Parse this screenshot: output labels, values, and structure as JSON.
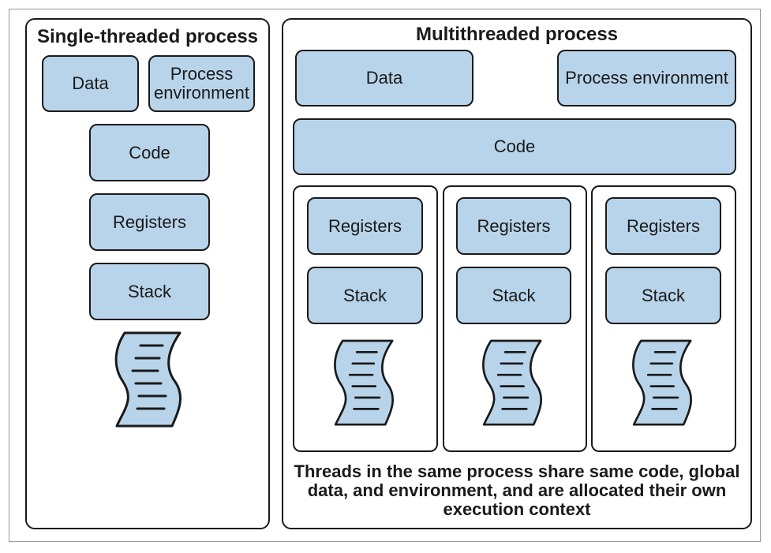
{
  "single": {
    "title": "Single-threaded process",
    "data_label": "Data",
    "env_label": "Process environment",
    "code_label": "Code",
    "registers_label": "Registers",
    "stack_label": "Stack"
  },
  "multi": {
    "title": "Multithreaded process",
    "data_label": "Data",
    "env_label": "Process environment",
    "code_label": "Code",
    "threads": [
      {
        "registers_label": "Registers",
        "stack_label": "Stack"
      },
      {
        "registers_label": "Registers",
        "stack_label": "Stack"
      },
      {
        "registers_label": "Registers",
        "stack_label": "Stack"
      }
    ],
    "caption": "Threads in the same process share same code, global data, and environment, and are allocated their own execution context"
  },
  "colors": {
    "box_fill": "#b8d4ea",
    "stroke": "#1a1a1a"
  },
  "icons": [
    "execution-scroll-icon"
  ]
}
